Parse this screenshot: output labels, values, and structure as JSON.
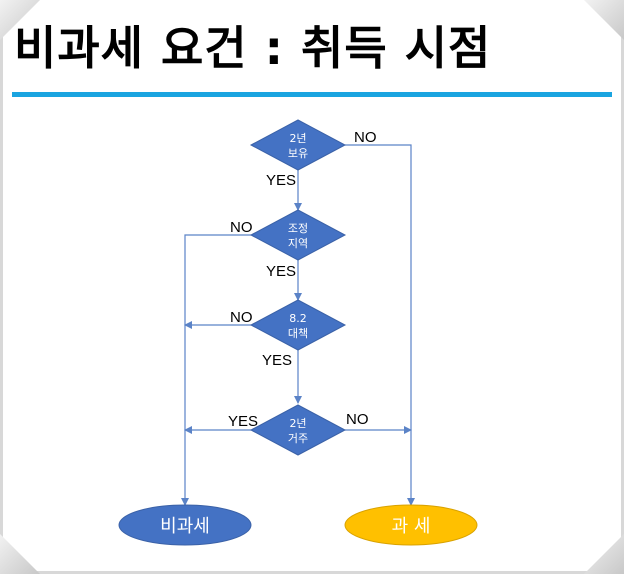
{
  "title": "비과세 요건 : 취득 시점",
  "colors": {
    "accent": "#1aa4e0",
    "diamond": "#4472c4",
    "left_oval": "#4472c4",
    "right_oval": "#ffc000",
    "arrow": "#5b83c7"
  },
  "diamonds": [
    {
      "line1": "2년",
      "line2": "보유"
    },
    {
      "line1": "조정",
      "line2": "지역"
    },
    {
      "line1": "8.2",
      "line2": "대책"
    },
    {
      "line1": "2년",
      "line2": "거주"
    }
  ],
  "labels": {
    "d1_no": "NO",
    "d1_yes": "YES",
    "d2_no": "NO",
    "d2_yes": "YES",
    "d3_no": "NO",
    "d3_yes": "YES",
    "d4_yes": "YES",
    "d4_no": "NO"
  },
  "outcomes": {
    "left": "비과세",
    "right": "과 세"
  }
}
